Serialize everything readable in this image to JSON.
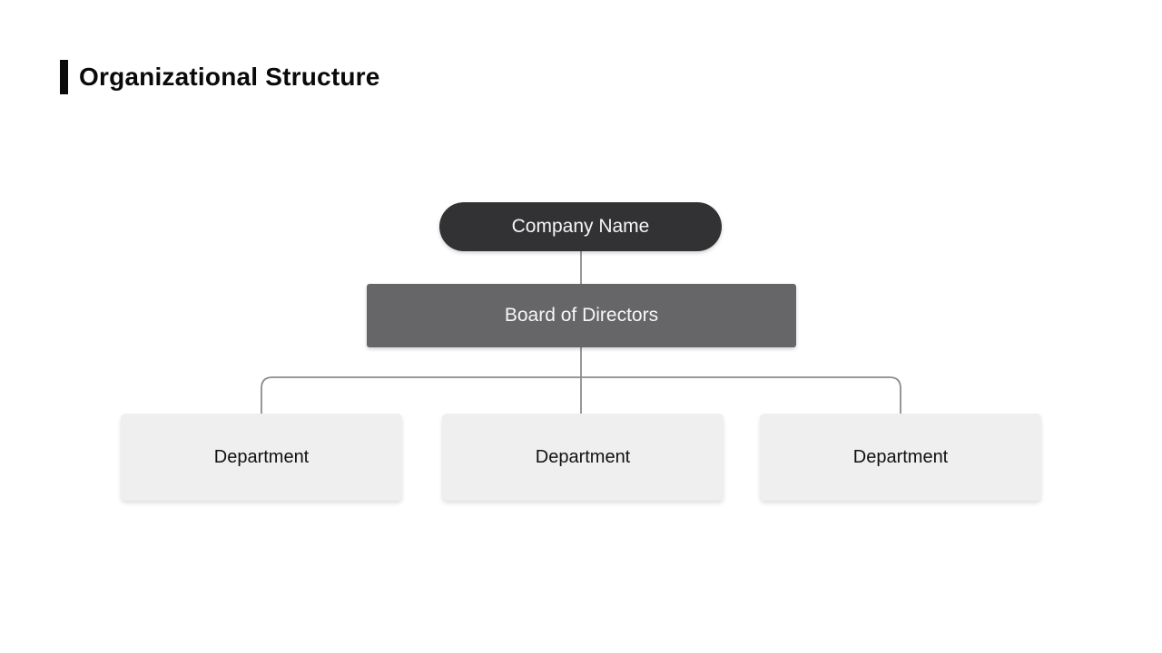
{
  "title": {
    "text": "Organizational Structure",
    "accent_color": "#0a0a0a",
    "text_color": "#0a0a0a"
  },
  "org_chart": {
    "line_color": "#8c8c8c",
    "root": {
      "label": "Company Name",
      "bg": "#323234",
      "text_color": "#f5f5f5"
    },
    "board": {
      "label": "Board of Directors",
      "bg": "#666668",
      "text_color": "#f7f7f7"
    },
    "department_style": {
      "bg": "#efefef",
      "text_color": "#111111"
    },
    "departments": [
      {
        "label": "Department"
      },
      {
        "label": "Department"
      },
      {
        "label": "Department"
      }
    ]
  }
}
